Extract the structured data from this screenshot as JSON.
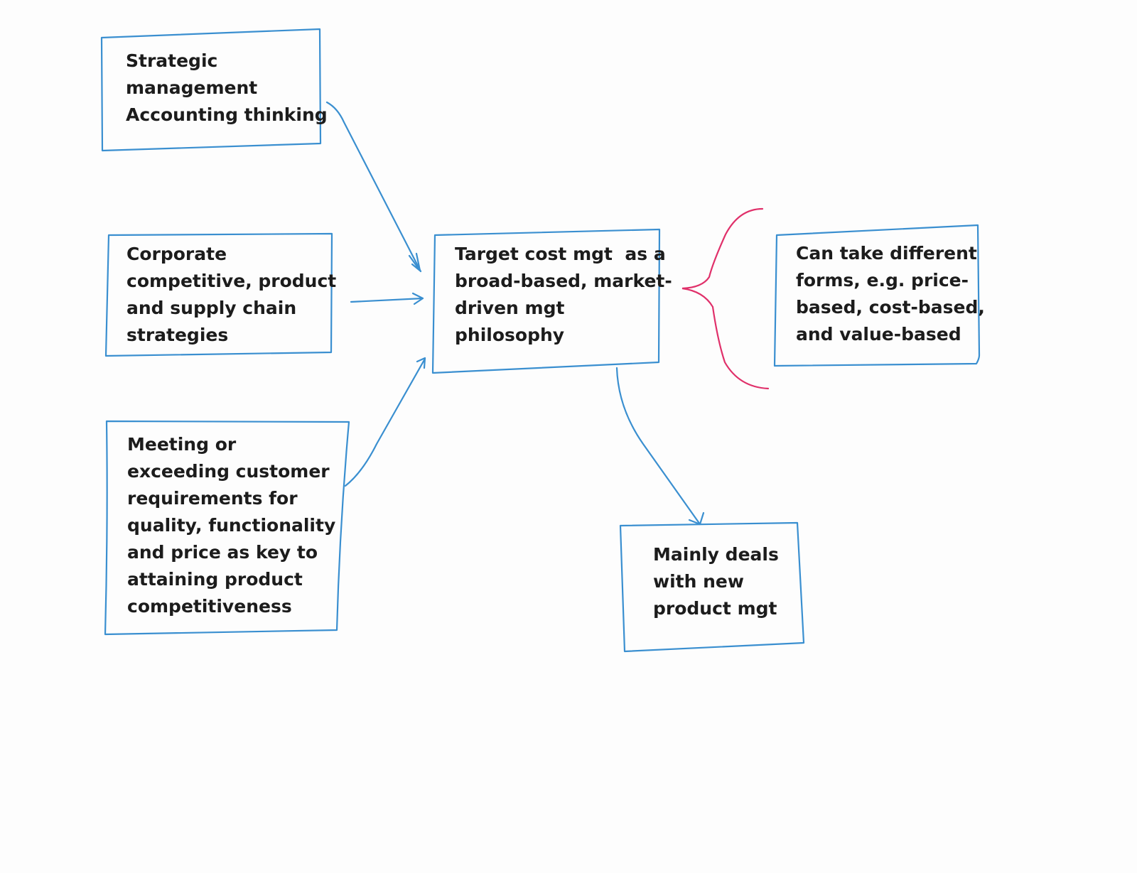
{
  "colors": {
    "box_stroke": "#3a8fd0",
    "arrow_stroke": "#3a8fd0",
    "brace_stroke": "#e0306a",
    "text": "#1c1c1c",
    "paper": "#fdfdfd"
  },
  "nodes": {
    "strategic": {
      "lines": [
        "Strategic",
        "management",
        "Accounting thinking"
      ]
    },
    "corporate": {
      "lines": [
        "Corporate",
        "competitive, product",
        "and supply chain",
        "strategies"
      ]
    },
    "customer": {
      "lines": [
        "Meeting or",
        "exceeding customer",
        "requirements for",
        "quality, functionality",
        "and price as key to",
        "attaining product",
        "competitiveness"
      ]
    },
    "center": {
      "lines": [
        "Target cost mgt  as a",
        "broad-based, market-",
        "driven mgt",
        "philosophy"
      ]
    },
    "forms": {
      "lines": [
        "Can take different",
        "forms, e.g. price-",
        "based, cost-based,",
        "and value-based"
      ]
    },
    "new_product": {
      "lines": [
        "Mainly deals",
        "with new",
        "product mgt"
      ]
    }
  }
}
